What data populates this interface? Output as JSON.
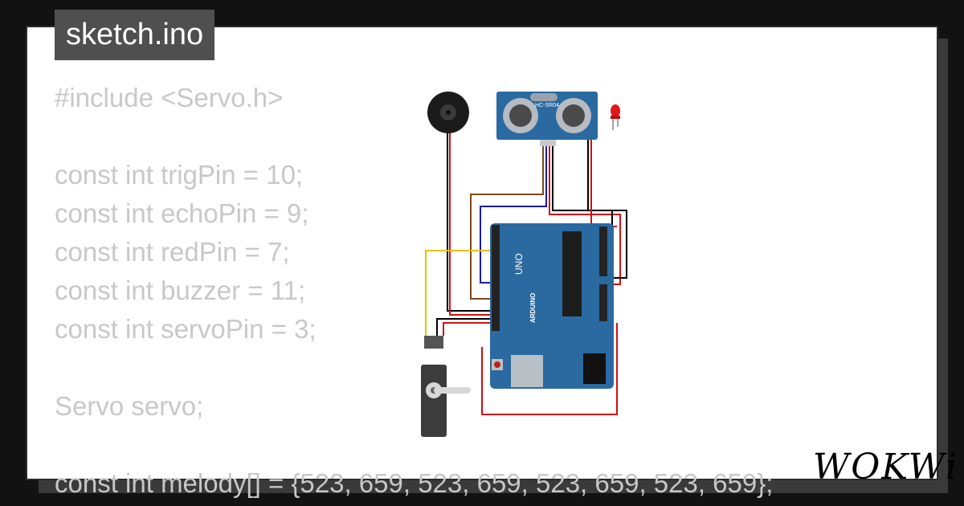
{
  "file_tab": {
    "label": "sketch.ino"
  },
  "code_lines": [
    "#include <Servo.h>",
    "",
    "const int trigPin = 10;",
    "const int echoPin = 9;",
    "const int redPin = 7;",
    "const int buzzer = 11;",
    "const int servoPin = 3;",
    "",
    "Servo servo;",
    "",
    "const int melody[] = {523, 659, 523, 659, 523, 659, 523, 659};"
  ],
  "brand": {
    "logo_text": "WOKWi"
  },
  "diagram": {
    "sensor_label": "HC-SR04",
    "board_label": "UNO",
    "board_brand": "ARDUINO",
    "components": [
      "buzzer-icon",
      "ultrasonic-sensor-icon",
      "led-icon",
      "arduino-board-icon",
      "servo-icon"
    ]
  },
  "colors": {
    "background": "#121212",
    "card": "#ffffff",
    "code_text": "#c8c8c8",
    "tag_bg": "#4f4f4f",
    "board": "#2a6aa1"
  }
}
